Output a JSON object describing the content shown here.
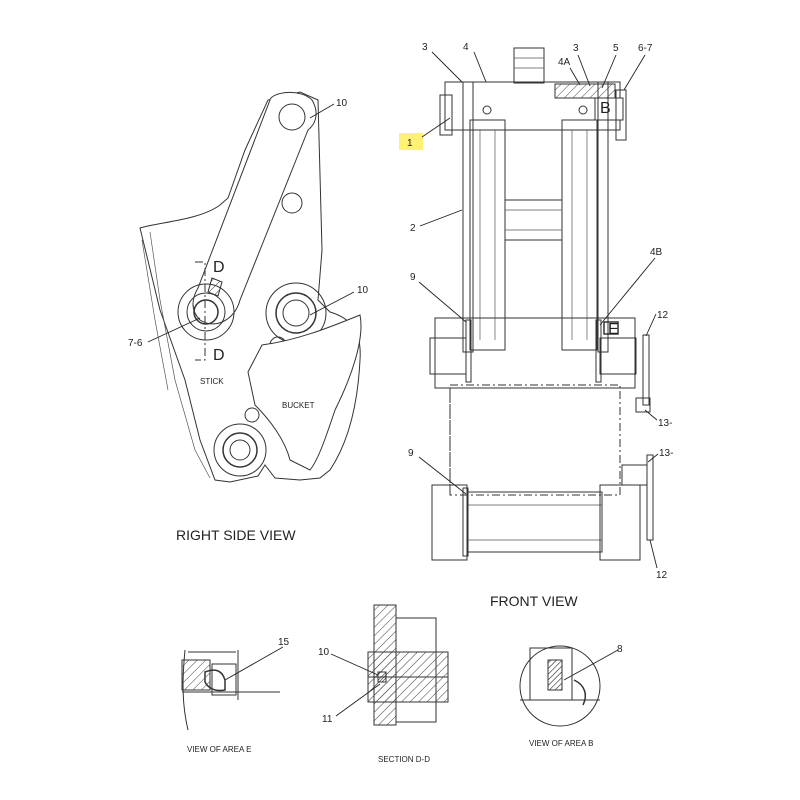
{
  "views": {
    "right_side": "RIGHT SIDE VIEW",
    "front": "FRONT VIEW",
    "area_e": "VIEW OF AREA E",
    "section_dd": "SECTION D-D",
    "area_b": "VIEW OF AREA B"
  },
  "side_labels": {
    "stick": "STICK",
    "bucket": "BUCKET",
    "d_top": "D",
    "d_bottom": "D"
  },
  "front_labels": {
    "b": "B",
    "e": "E"
  },
  "callouts": {
    "side_10_top": "10",
    "side_10_mid": "10",
    "side_7_6": "7-6",
    "front_3_left": "3",
    "front_4": "4",
    "front_3_right": "3",
    "front_5": "5",
    "front_6_7": "6-7",
    "front_4a": "4A",
    "front_1": "1",
    "front_2": "2",
    "front_9_top": "9",
    "front_4b": "4B",
    "front_12_top": "12",
    "front_13_top": "13-",
    "front_13_bottom": "13-",
    "front_9_bottom": "9",
    "front_12_bottom": "12",
    "detail_15": "15",
    "detail_10": "10",
    "detail_11": "11",
    "detail_8": "8"
  },
  "colors": {
    "highlight": "#fff176",
    "line": "#333333"
  }
}
